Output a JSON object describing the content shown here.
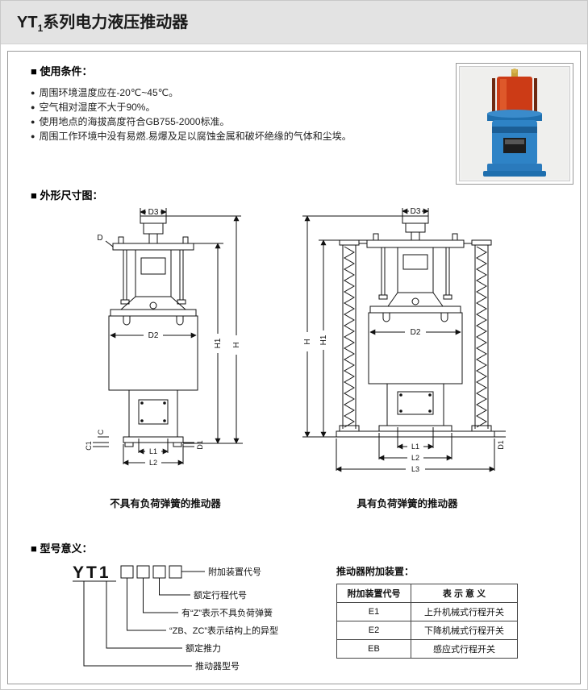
{
  "page": {
    "title_prefix": "YT",
    "title_sub": "1",
    "title_rest": "系列电力液压推动器"
  },
  "colors": {
    "header_bg": "#e3e3e3",
    "photo_blue": "#2e83c6",
    "photo_red": "#cc3b16"
  },
  "usage": {
    "heading": "■ 使用条件：",
    "bullet": "●",
    "items": [
      "周围环境温度应在-20℃~45℃。",
      "空气相对湿度不大于90%。",
      "使用地点的海拔高度符合GB755-2000标准。",
      "周围工作环境中没有易燃.易爆及足以腐蚀金属和破坏绝缘的气体和尘埃。"
    ]
  },
  "dimensions": {
    "heading": "■ 外形尺寸图：",
    "left_caption": "不具有负荷弹簧的推动器",
    "right_caption": "具有负荷弹簧的推动器",
    "left_labels": {
      "d3": "D3",
      "d": "D",
      "h1": "H1",
      "h": "H",
      "d2": "D2",
      "c": "C",
      "c1": "C1",
      "l1": "L1",
      "l2": "L2",
      "d1": "D1"
    },
    "right_labels": {
      "d3": "D3",
      "h": "H",
      "h1": "H1",
      "d2": "D2",
      "l1": "L1",
      "l2": "L2",
      "l3": "L3",
      "d1": "D1"
    }
  },
  "model": {
    "heading": "■ 型号意义：",
    "prefix": "YT1",
    "callouts": [
      "附加装置代号",
      "额定行程代号",
      "有“Z”表示不具负荷弹簧",
      "“ZB、ZC”表示结构上的异型",
      "额定推力",
      "推动器型号"
    ],
    "accessories": {
      "title": "推动器附加装置：",
      "headers": [
        "附加装置代号",
        "表 示 意 义"
      ],
      "rows": [
        [
          "E1",
          "上升机械式行程开关"
        ],
        [
          "E2",
          "下降机械式行程开关"
        ],
        [
          "EB",
          "感应式行程开关"
        ]
      ]
    }
  }
}
